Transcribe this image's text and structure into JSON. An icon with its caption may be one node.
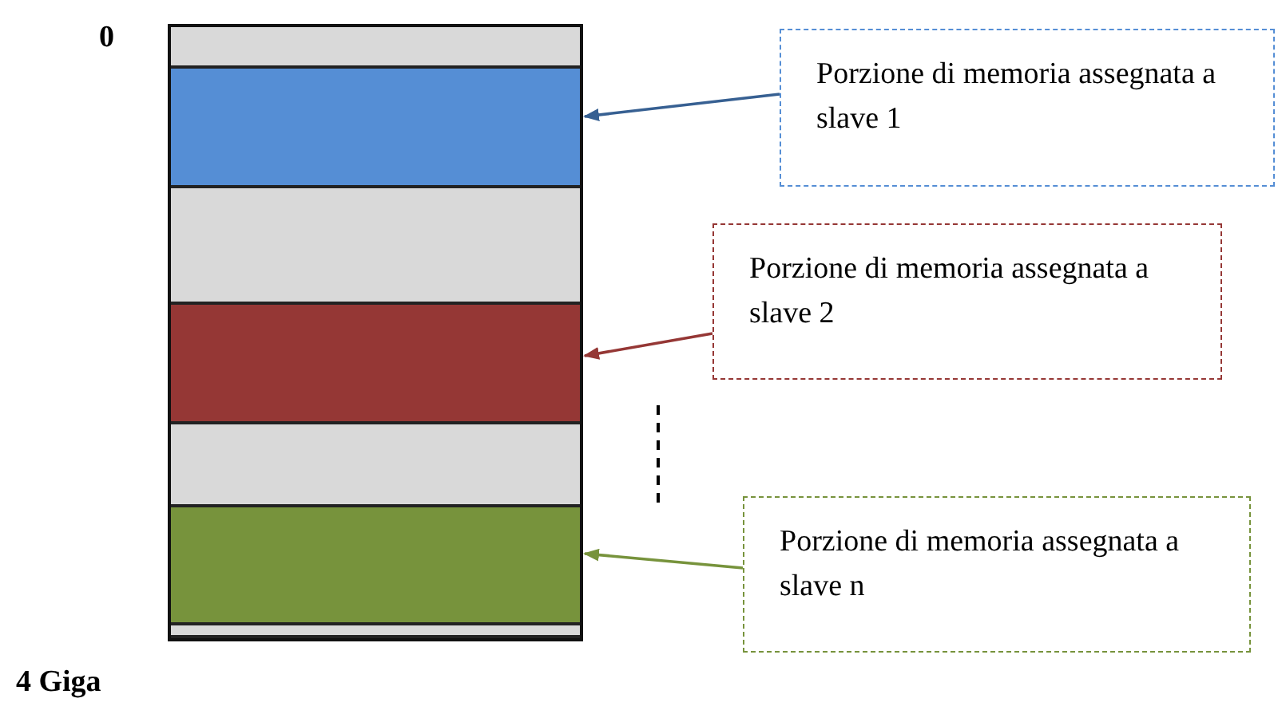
{
  "diagram": {
    "nodes": [
      {
        "text": [],
        "shape": "box"
      },
      {
        "text": [],
        "shape": "bar",
        "in": 0
      },
      {
        "text": [],
        "shape": "bar",
        "in": 0
      },
      {
        "text": [],
        "shape": "bar",
        "in": 0
      },
      {
        "text": [],
        "shape": "bar",
        "in": 0
      },
      {
        "text": [],
        "shape": "bar",
        "in": 0
      },
      {
        "text": [],
        "shape": "bar",
        "in": 0
      },
      {
        "text": [],
        "shape": "bar",
        "in": 0
      },
      {
        "text": [
          "Porzione di memoria assegnata a slave 1"
        ]
      },
      {
        "text": [
          "Porzione di memoria assegnata a slave 2"
        ]
      },
      {
        "text": [
          "Porzione di memoria assegnata a slave n"
        ]
      }
    ],
    "edges": [
      {
        "from": 8,
        "to": 2,
        "arrow": "to",
        "color": "#376092"
      },
      {
        "from": 9,
        "to": 4,
        "arrow": "to",
        "color": "#953735"
      },
      {
        "from": 10,
        "to": 6,
        "arrow": "to",
        "color": "#77933c"
      }
    ],
    "labels": [
      "0",
      "4 Giga"
    ]
  }
}
